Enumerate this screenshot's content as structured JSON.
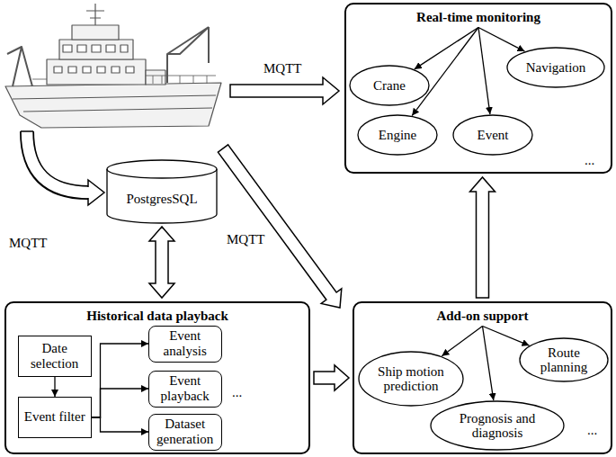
{
  "diagram": {
    "nodes": [
      {
        "text": [
          "Real-time monitoring"
        ]
      },
      {
        "text": [
          "Crane"
        ],
        "in": 0
      },
      {
        "text": [
          "Navigation"
        ],
        "in": 0
      },
      {
        "text": [
          "Engine"
        ],
        "in": 0
      },
      {
        "text": [
          "Event"
        ],
        "in": 0
      },
      {
        "text": [
          "PostgresSQL"
        ]
      },
      {
        "text": [
          "Historical data playback"
        ]
      },
      {
        "text": [
          "Date selection"
        ],
        "in": 6
      },
      {
        "text": [
          "Event filter"
        ],
        "in": 6
      },
      {
        "text": [
          "Event analysis"
        ],
        "in": 6
      },
      {
        "text": [
          "Event playback"
        ],
        "in": 6
      },
      {
        "text": [
          "Dataset generation"
        ],
        "in": 6
      },
      {
        "text": [
          "Add-on support"
        ]
      },
      {
        "text": [
          "Ship motion prediction"
        ],
        "in": 12
      },
      {
        "text": [
          "Route planning"
        ],
        "in": 12
      },
      {
        "text": [
          "Prognosis and diagnosis"
        ],
        "in": 12
      }
    ],
    "edges": [
      {
        "from": 0,
        "to": 1,
        "arrow": "to"
      },
      {
        "from": 0,
        "to": 2,
        "arrow": "to"
      },
      {
        "from": 0,
        "to": 3,
        "arrow": "to"
      },
      {
        "from": 0,
        "to": 4,
        "arrow": "to"
      },
      {
        "from": 5,
        "to": 6,
        "arrow": "both"
      },
      {
        "from": 7,
        "to": 8,
        "arrow": "to"
      },
      {
        "from": 8,
        "to": 9,
        "arrow": "to"
      },
      {
        "from": 8,
        "to": 10,
        "arrow": "to"
      },
      {
        "from": 8,
        "to": 11,
        "arrow": "to"
      },
      {
        "from": 6,
        "to": 12,
        "arrow": "to"
      },
      {
        "from": 12,
        "to": 13,
        "arrow": "to"
      },
      {
        "from": 12,
        "to": 14,
        "arrow": "to"
      },
      {
        "from": 12,
        "to": 15,
        "arrow": "to"
      },
      {
        "from": 12,
        "to": 0,
        "arrow": "to"
      }
    ],
    "labels": [
      "MQTT",
      "MQTT",
      "MQTT",
      "...",
      "...",
      "..."
    ]
  }
}
